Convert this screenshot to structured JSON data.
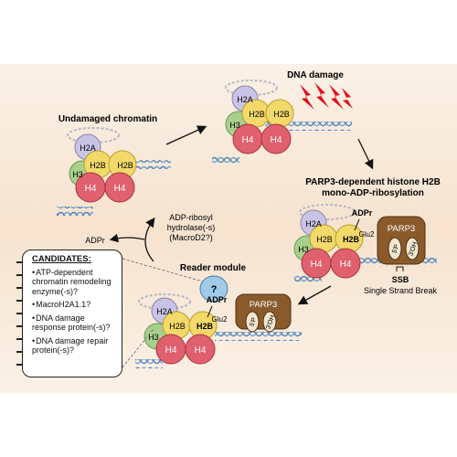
{
  "labels": {
    "undamaged": "Undamaged chromatin",
    "damage": "DNA damage",
    "parp3_dep_line1": "PARP3-dependent histone H2B",
    "parp3_dep_line2": "mono-ADP-ribosylation",
    "adpr": "ADPr",
    "glu2": "Glu2",
    "parp3": "PARP3",
    "five_p": "5'P",
    "three_oh": "3'OH",
    "ssb": "SSB",
    "ssb_full": "Single Strand Break",
    "reader": "Reader module",
    "question": "?",
    "hydrolase_line1": "ADP-ribosyl",
    "hydrolase_line2": "hydrolase(-s)",
    "hydrolase_line3": "(MacroD2?)",
    "adpr_released": "ADPr"
  },
  "histones": {
    "h2a": "H2A",
    "h2b": "H2B",
    "h3": "H3",
    "h4": "H4"
  },
  "candidates": {
    "title": "CANDIDATES:",
    "items": [
      "ATP-dependent chromatin remodeling enzyme(-s)?",
      "MacroH2A1.1?",
      "DNA damage response protein(-s)?",
      "DNA damage repair protein(-s)?"
    ]
  },
  "colors": {
    "h2a": "#c9c4e6",
    "h2b": "#f2d96a",
    "h3": "#a8d08d",
    "h4": "#e0606e",
    "parp3": "#8b5a2b",
    "reader": "#9fcbe8",
    "damage": "#e0101e",
    "background": "#f8e8d6"
  }
}
